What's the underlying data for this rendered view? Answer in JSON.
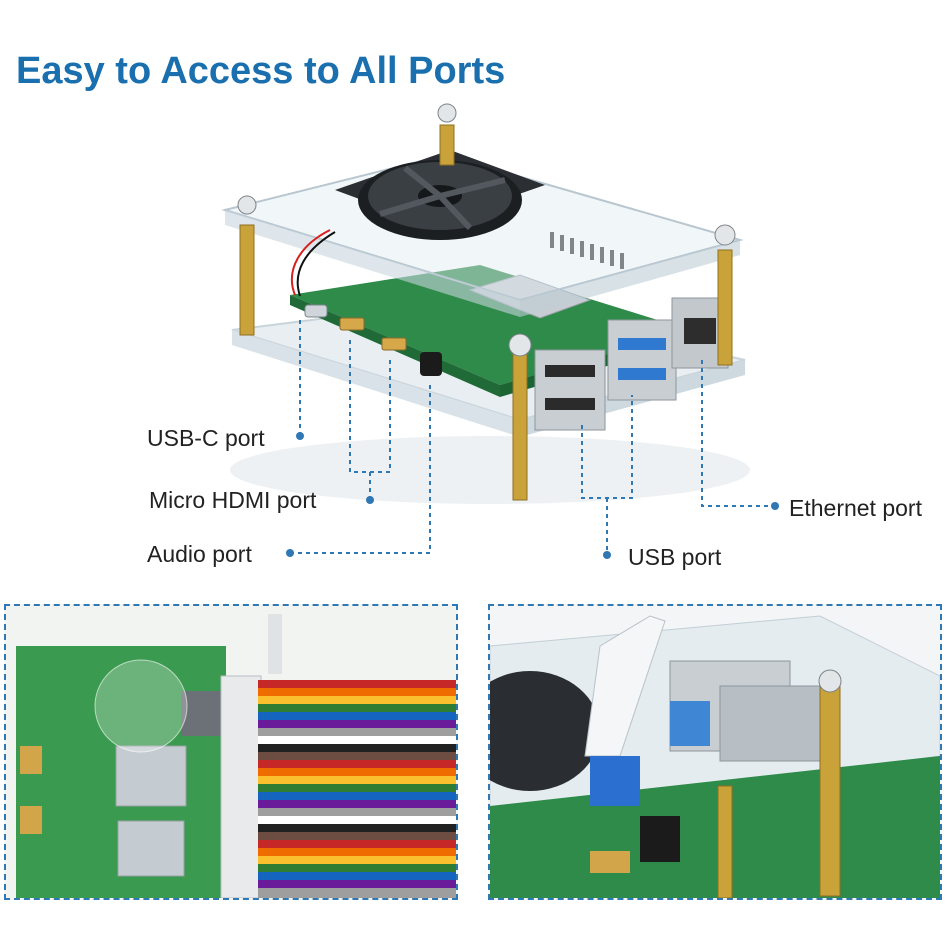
{
  "title": "Easy to Access to All Ports",
  "callouts": {
    "usb_c": "USB-C port",
    "micro_hdmi": "Micro HDMI port",
    "audio": "Audio port",
    "ethernet": "Ethernet port",
    "usb": "USB port"
  },
  "colors": {
    "title": "#1a6fae",
    "leader_line": "#2f78b4",
    "board_green": "#2e8b4a",
    "brass_standoff": "#c9a23a"
  },
  "detail_panels": [
    {
      "name": "gpio-ribbon-cable-detail"
    },
    {
      "name": "camera-ribbon-cable-detail"
    }
  ]
}
